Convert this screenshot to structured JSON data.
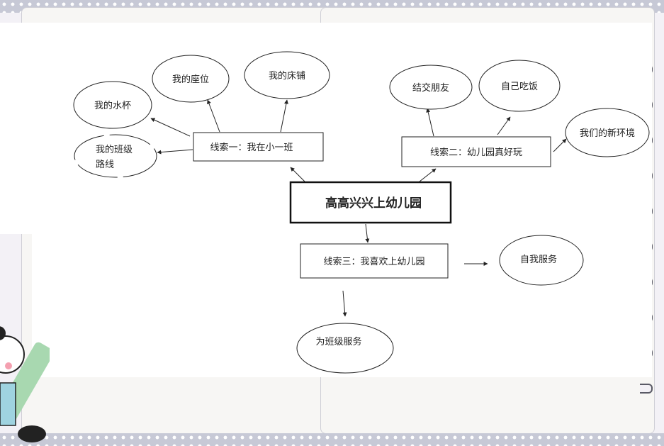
{
  "mindmap": {
    "center": "高高兴兴上幼儿园",
    "clue1": {
      "label": "线索一：我在小一班",
      "items": [
        "我的水杯",
        "我的座位",
        "我的床铺"
      ],
      "route": [
        "我的班级",
        "路线"
      ]
    },
    "clue2": {
      "label": "线索二：幼儿园真好玩",
      "items": [
        "结交朋友",
        "自己吃饭",
        "我们的新环境"
      ]
    },
    "clue3": {
      "label": "线索三：我喜欢上幼儿园",
      "items": [
        "自我服务",
        "为班级服务"
      ]
    }
  }
}
